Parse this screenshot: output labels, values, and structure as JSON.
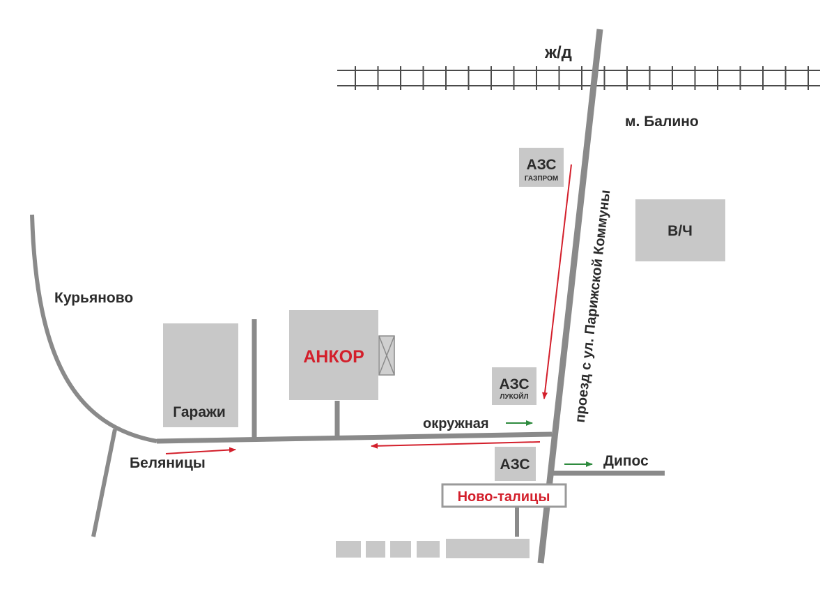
{
  "labels": {
    "railway": "ж/д",
    "balino": "м. Балино",
    "military_unit": "В/Ч",
    "kuryanovo": "Курьяново",
    "garages": "Гаражи",
    "ankor": "АНКОР",
    "ring_road": "окружная",
    "belyanitsy": "Беляницы",
    "dipos": "Дипос",
    "novo_talitsy": "Ново-талицы",
    "main_road": "проезд с ул. Парижской Коммуны"
  },
  "gas_stations": {
    "gazprom": {
      "title": "АЗС",
      "brand": "ГАЗПРОМ"
    },
    "lukoil": {
      "title": "АЗС",
      "brand": "ЛУКОЙЛ"
    },
    "plain": {
      "title": "АЗС"
    }
  },
  "colors": {
    "road": "#8a8a8a",
    "building": "#c8c8c8",
    "route_arrow": "#d31f2b",
    "direction_arrow": "#2e8b3e",
    "highlight_text": "#d31f2b"
  }
}
